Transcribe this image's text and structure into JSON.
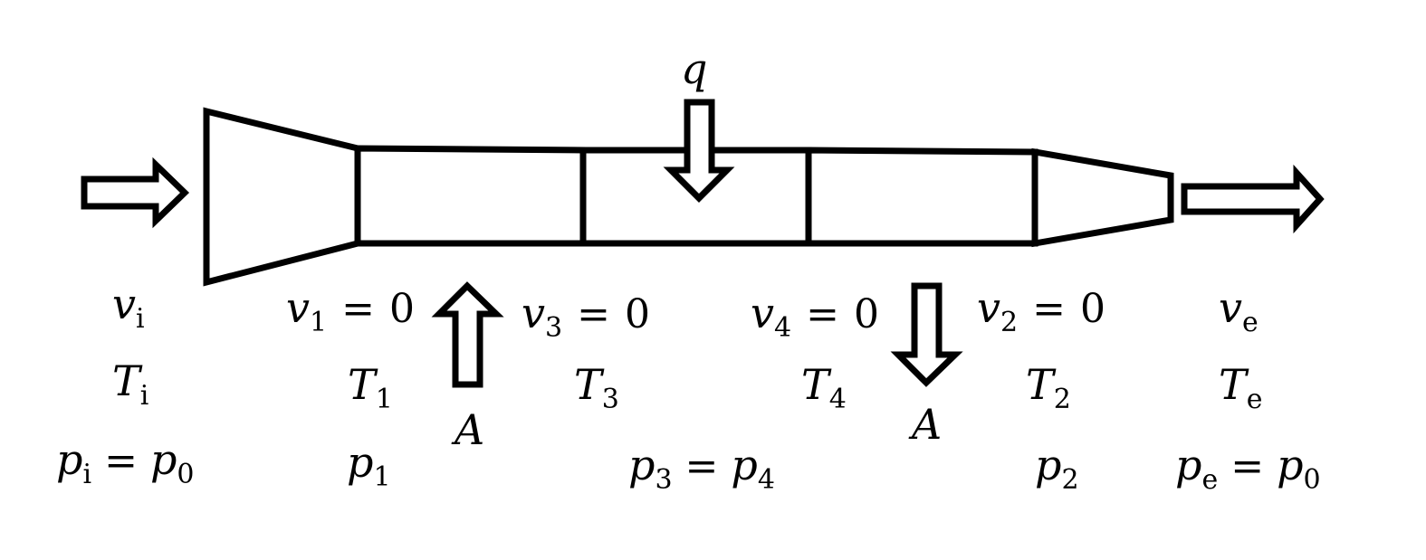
{
  "heat_input": {
    "symbol": "q"
  },
  "work_in": {
    "symbol": "A"
  },
  "work_out": {
    "symbol": "A"
  },
  "inlet": {
    "velocity": {
      "symbol": "v",
      "sub": "i"
    },
    "temperature": {
      "symbol": "T",
      "sub": "i"
    },
    "pressure": {
      "symbol": "p",
      "sub": "i",
      "rhs_symbol": "p",
      "rhs_sub": "0"
    }
  },
  "station_1": {
    "velocity": {
      "symbol": "v",
      "sub": "1",
      "value": "0"
    },
    "temperature": {
      "symbol": "T",
      "sub": "1"
    },
    "pressure": {
      "symbol": "p",
      "sub": "1"
    }
  },
  "station_3": {
    "velocity": {
      "symbol": "v",
      "sub": "3",
      "value": "0"
    },
    "temperature": {
      "symbol": "T",
      "sub": "3"
    }
  },
  "station_4": {
    "velocity": {
      "symbol": "v",
      "sub": "4",
      "value": "0"
    },
    "temperature": {
      "symbol": "T",
      "sub": "4"
    }
  },
  "pressure_34": {
    "symbol": "p",
    "sub": "3",
    "rhs_symbol": "p",
    "rhs_sub": "4"
  },
  "station_2": {
    "velocity": {
      "symbol": "v",
      "sub": "2",
      "value": "0"
    },
    "temperature": {
      "symbol": "T",
      "sub": "2"
    },
    "pressure": {
      "symbol": "p",
      "sub": "2"
    }
  },
  "outlet": {
    "velocity": {
      "symbol": "v",
      "sub": "e"
    },
    "temperature": {
      "symbol": "T",
      "sub": "e"
    },
    "pressure": {
      "symbol": "p",
      "sub": "e",
      "rhs_symbol": "p",
      "rhs_sub": "0"
    }
  },
  "equals_sign": "="
}
